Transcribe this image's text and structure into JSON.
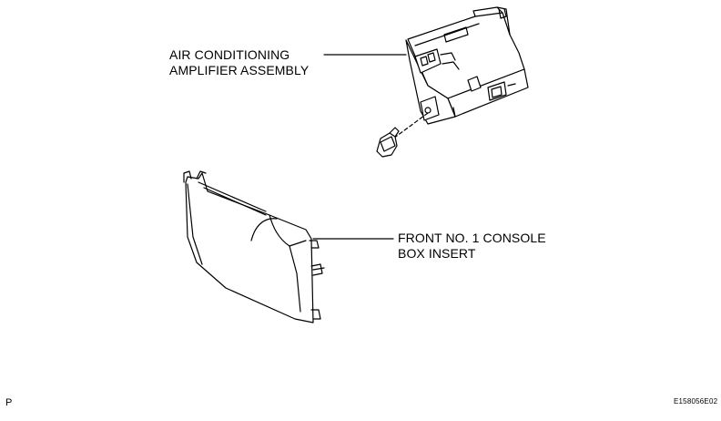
{
  "labels": {
    "amplifier": [
      "AIR CONDITIONING",
      "AMPLIFIER ASSEMBLY"
    ],
    "console_box": [
      "FRONT NO. 1 CONSOLE",
      "BOX INSERT"
    ]
  },
  "footer": {
    "page_corner": "P",
    "figure_code": "E158056E02"
  }
}
